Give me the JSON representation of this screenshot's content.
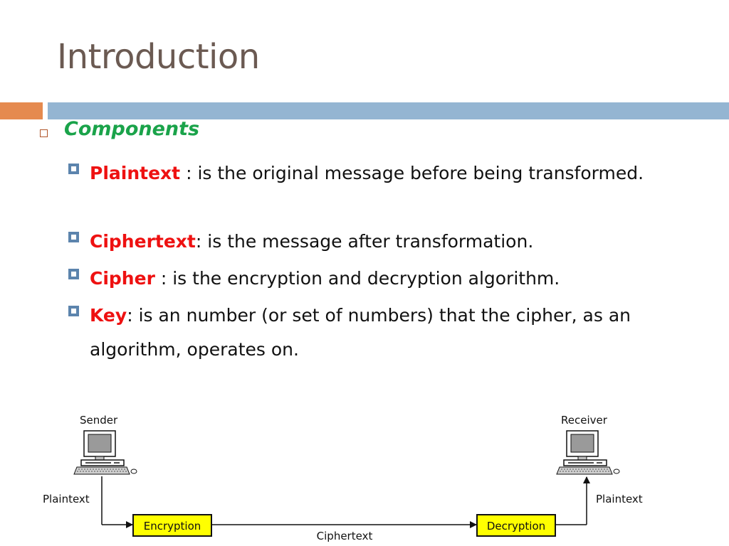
{
  "title": "Introduction",
  "section": "Components",
  "items": [
    {
      "term": "Plaintext",
      "sep": " :",
      "desc": " is the original message before being transformed."
    },
    {
      "term": "Ciphertext",
      "sep": ":",
      "desc": " is the message after transformation."
    },
    {
      "term": "Cipher",
      "sep": " :",
      "desc": " is the encryption and decryption algorithm."
    },
    {
      "term": "Key",
      "sep": ":",
      "desc": " is an number (or set of numbers) that the cipher, as an algorithm, operates on."
    }
  ],
  "diagram": {
    "sender": "Sender",
    "receiver": "Receiver",
    "plaintext_left": "Plaintext",
    "plaintext_right": "Plaintext",
    "encryption": "Encryption",
    "decryption": "Decryption",
    "ciphertext": "Ciphertext"
  },
  "colors": {
    "title": "#6b5a52",
    "accent_orange": "#e58a4f",
    "accent_blue": "#94b5d2",
    "section_green": "#1aa34a",
    "term_red": "#ee1111",
    "box_yellow": "#ffff00"
  }
}
